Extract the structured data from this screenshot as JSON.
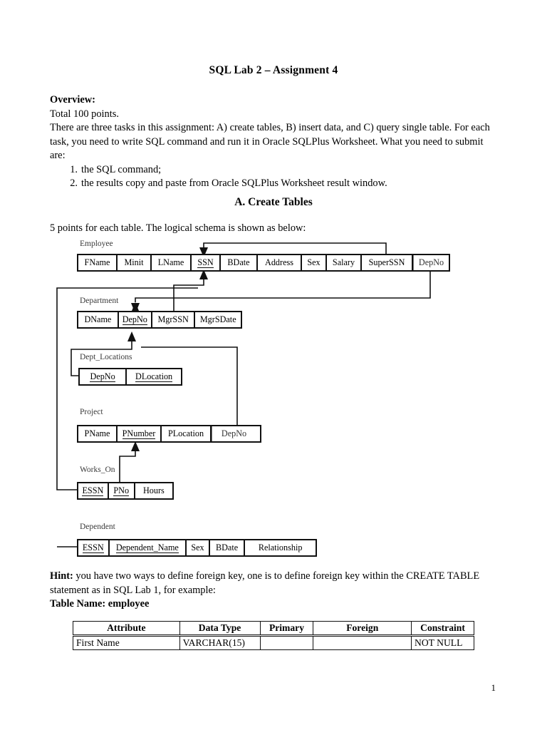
{
  "document": {
    "title": "SQL Lab 2 – Assignment 4",
    "page_number": "1"
  },
  "overview": {
    "heading": "Overview:",
    "total_points": "Total 100 points.",
    "description": "There are three tasks in this assignment: A) create tables, B) insert data, and C) query single table. For each task, you need to write SQL command and run it in Oracle SQLPlus Worksheet. What you need to submit are:",
    "items": [
      {
        "num": "1.",
        "text": "the SQL command;"
      },
      {
        "num": "2.",
        "text": "the results copy and paste from Oracle SQLPlus Worksheet result window."
      }
    ]
  },
  "section_a": {
    "title": "A. Create Tables",
    "caption": "5 points for each table. The logical schema is shown as below:"
  },
  "schema": {
    "entities": [
      {
        "name": "Employee",
        "attributes": [
          {
            "label": "FName",
            "pk": false
          },
          {
            "label": "Minit",
            "pk": false
          },
          {
            "label": "LName",
            "pk": false
          },
          {
            "label": "SSN",
            "pk": true
          },
          {
            "label": "BDate",
            "pk": false
          },
          {
            "label": "Address",
            "pk": false
          },
          {
            "label": "Sex",
            "pk": false
          },
          {
            "label": "Salary",
            "pk": false
          },
          {
            "label": "SuperSSN",
            "pk": false
          },
          {
            "label": "DepNo",
            "pk": false
          }
        ]
      },
      {
        "name": "Department",
        "attributes": [
          {
            "label": "DName",
            "pk": false
          },
          {
            "label": "DepNo",
            "pk": true
          },
          {
            "label": "MgrSSN",
            "pk": false
          },
          {
            "label": "MgrSDate",
            "pk": false
          }
        ]
      },
      {
        "name": "Dept_Locations",
        "attributes": [
          {
            "label": "DepNo",
            "pk": true
          },
          {
            "label": "DLocation",
            "pk": true
          }
        ]
      },
      {
        "name": "Project",
        "attributes": [
          {
            "label": "PName",
            "pk": false
          },
          {
            "label": "PNumber",
            "pk": true
          },
          {
            "label": "PLocation",
            "pk": false
          },
          {
            "label": "DepNo",
            "pk": false
          }
        ]
      },
      {
        "name": "Works_On",
        "attributes": [
          {
            "label": "ESSN",
            "pk": true
          },
          {
            "label": "PNo",
            "pk": true
          },
          {
            "label": "Hours",
            "pk": false
          }
        ]
      },
      {
        "name": "Dependent",
        "attributes": [
          {
            "label": "ESSN",
            "pk": true
          },
          {
            "label": "Dependent_Name",
            "pk": true
          },
          {
            "label": "Sex",
            "pk": false
          },
          {
            "label": "BDate",
            "pk": false
          },
          {
            "label": "Relationship",
            "pk": false
          }
        ]
      }
    ]
  },
  "hint": {
    "label": "Hint:",
    "text": " you have two ways to define foreign key, one is to define foreign key within the CREATE TABLE statement as in SQL Lab 1, for example:",
    "table_name_label": "Table Name: employee"
  },
  "attribute_table": {
    "columns": [
      "Attribute",
      "Data Type",
      "Primary",
      "Foreign",
      "Constraint"
    ],
    "rows": [
      [
        "First Name",
        "VARCHAR(15)",
        "",
        "",
        "NOT NULL"
      ]
    ]
  },
  "colors": {
    "ink": "#000000",
    "paper": "#ffffff",
    "line": "#111111",
    "light_line": "#777777"
  }
}
